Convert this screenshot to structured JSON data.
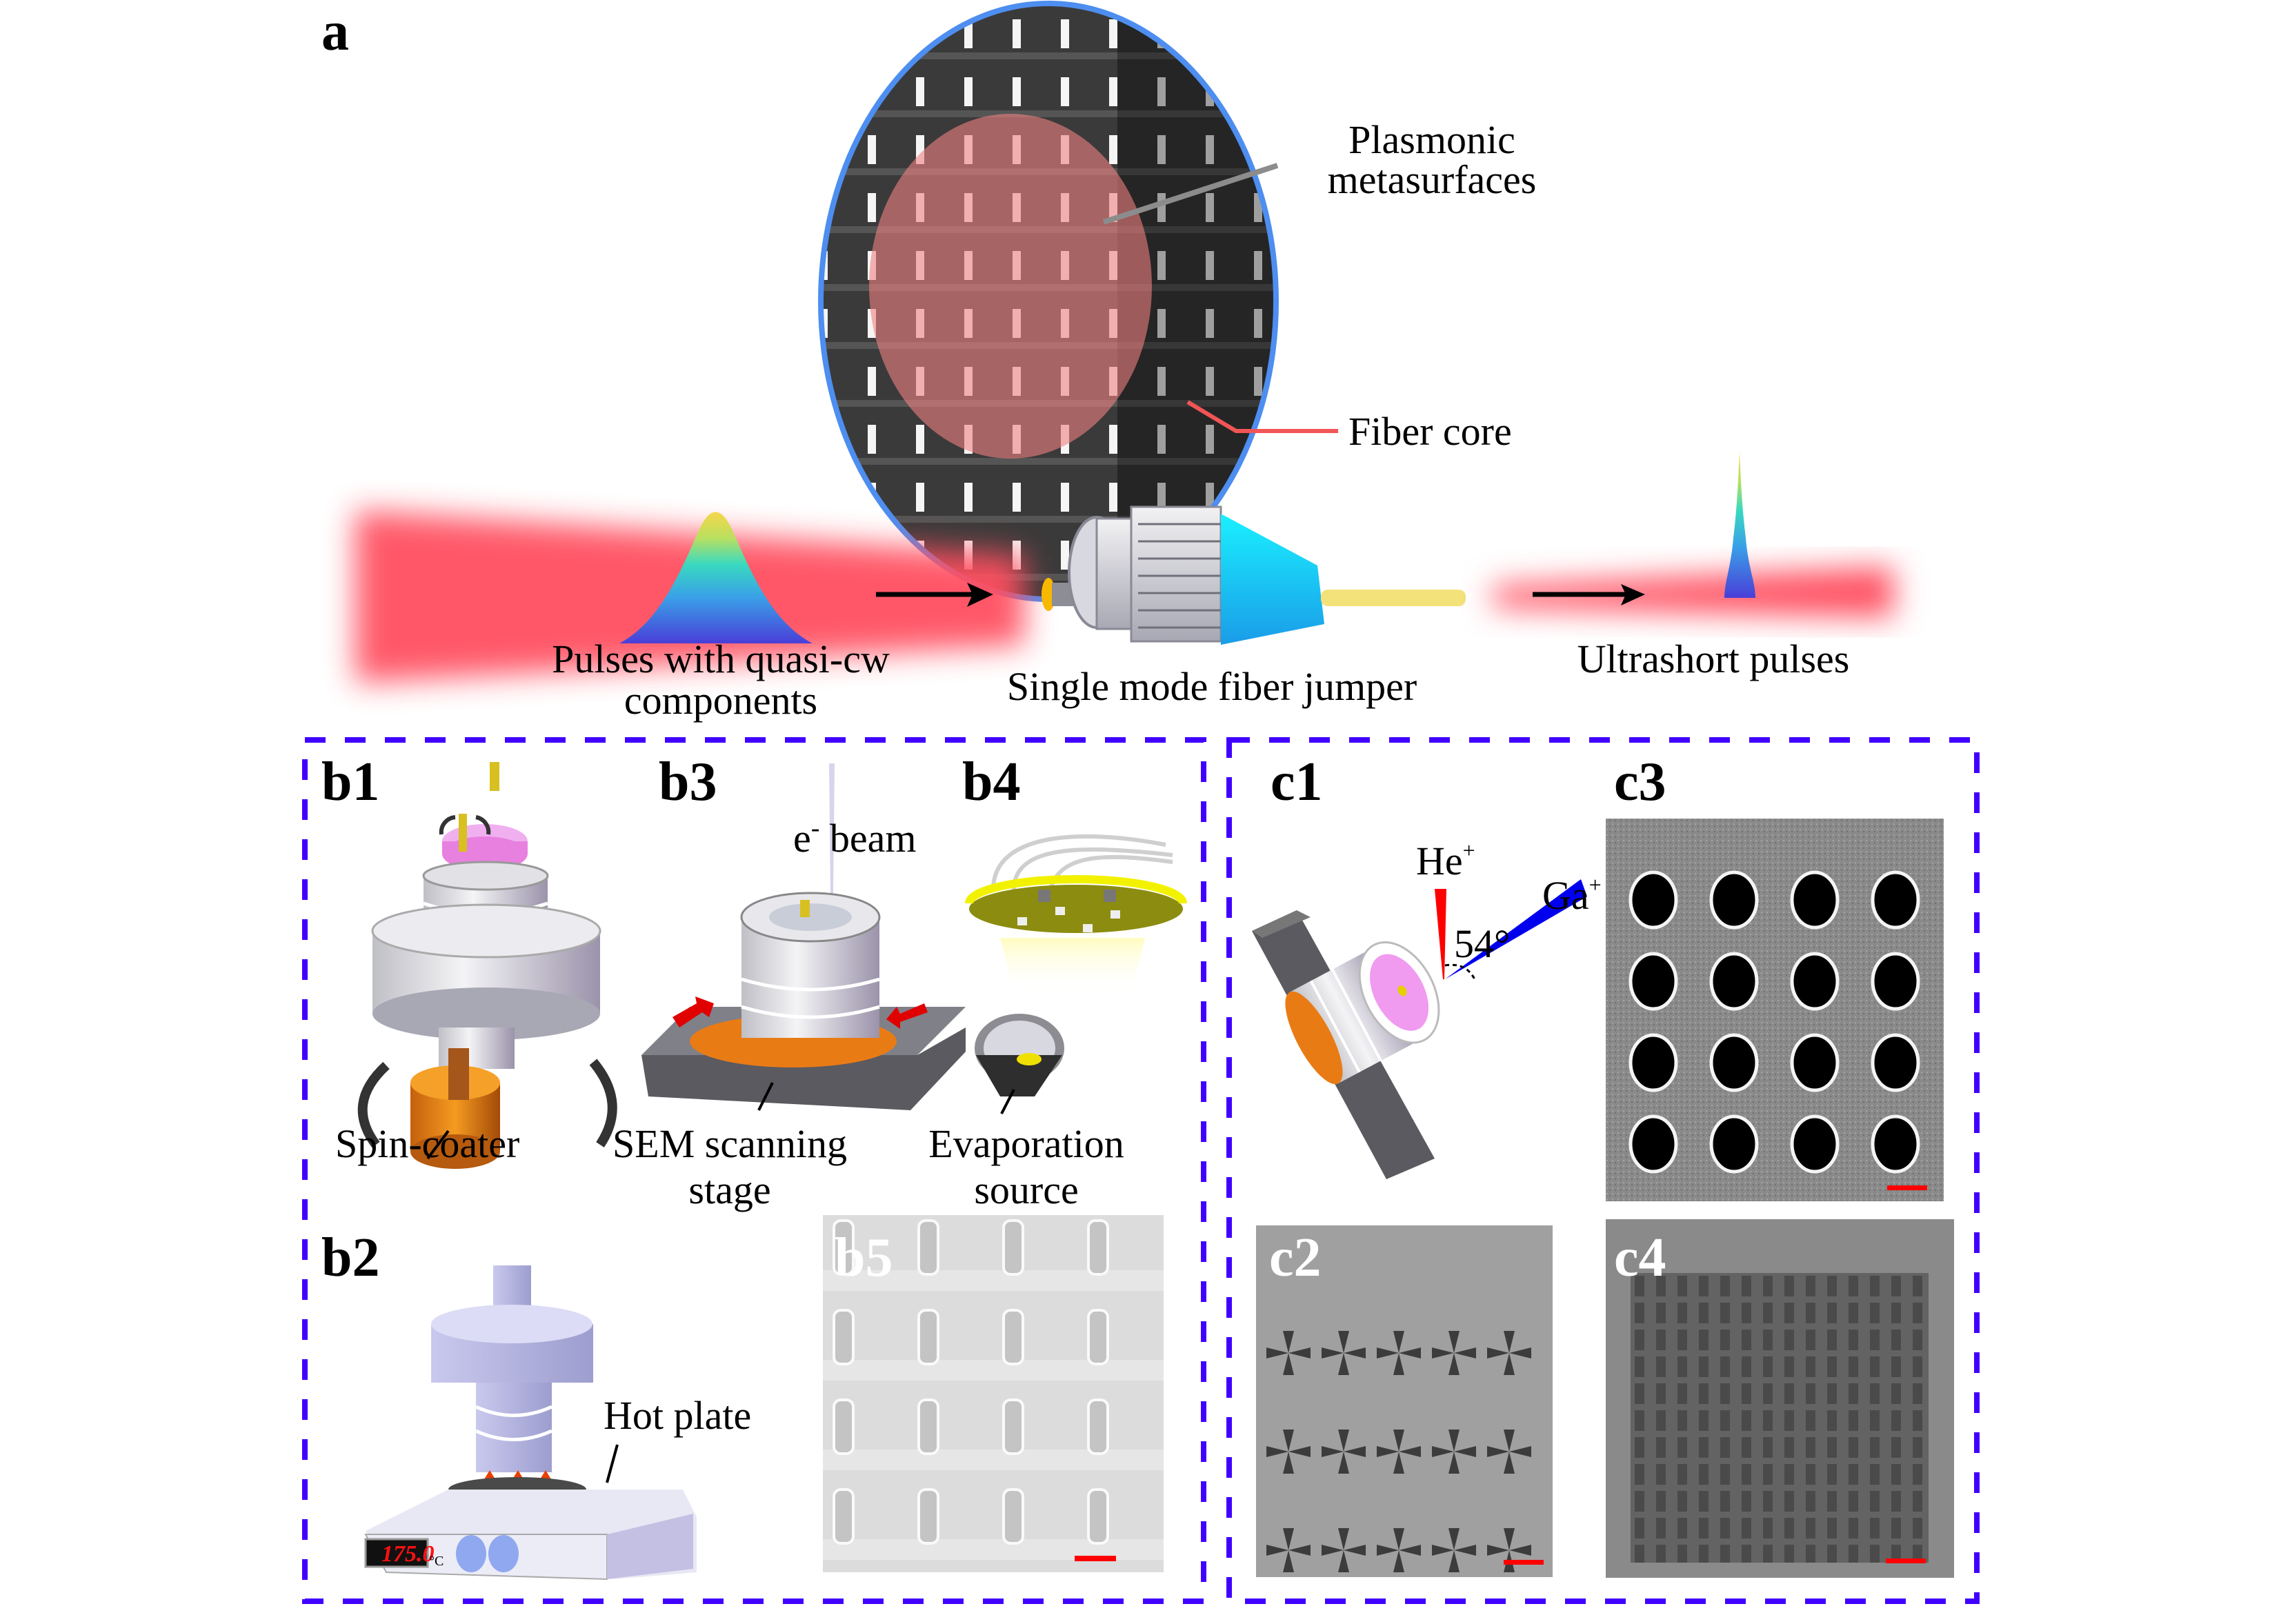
{
  "figure": {
    "panel_a": {
      "label": "a",
      "callouts": {
        "metasurface_line1": "Plasmonic",
        "metasurface_line2": "metasurfaces",
        "fiber_core": "Fiber core"
      },
      "input_pulse_line1": "Pulses with quasi-cw",
      "input_pulse_line2": "components",
      "jumper_label": "Single mode fiber jumper",
      "output_pulse_label": "Ultrashort pulses"
    },
    "panel_b": {
      "b1": {
        "label": "b1",
        "caption": "Spin-coater"
      },
      "b2": {
        "label": "b2",
        "caption": "Hot plate",
        "display_value": "175.0",
        "display_unit": "°C"
      },
      "b3": {
        "label": "b3",
        "beam_prefix": "e",
        "beam_sup": "-",
        "beam_suffix": " beam",
        "caption_line1": "SEM scanning",
        "caption_line2": "stage"
      },
      "b4": {
        "label": "b4",
        "caption_line1": "Evaporation",
        "caption_line2": "source"
      },
      "b5": {
        "label": "b5"
      }
    },
    "panel_c": {
      "c1": {
        "label": "c1",
        "he_ion": "He",
        "ga_ion": "Ga",
        "ion_charge": "+",
        "angle": "54°"
      },
      "c2": {
        "label": "c2"
      },
      "c3": {
        "label": "c3"
      },
      "c4": {
        "label": "c4"
      }
    },
    "colors": {
      "dashed_border": "#4000ff",
      "fiber_outline": "#4d8ef0",
      "core_overlay": "#f08080",
      "beam_red": "#ff3b46",
      "scale_bar": "#ff0000",
      "cone_cyan": "#18e6f0"
    }
  }
}
